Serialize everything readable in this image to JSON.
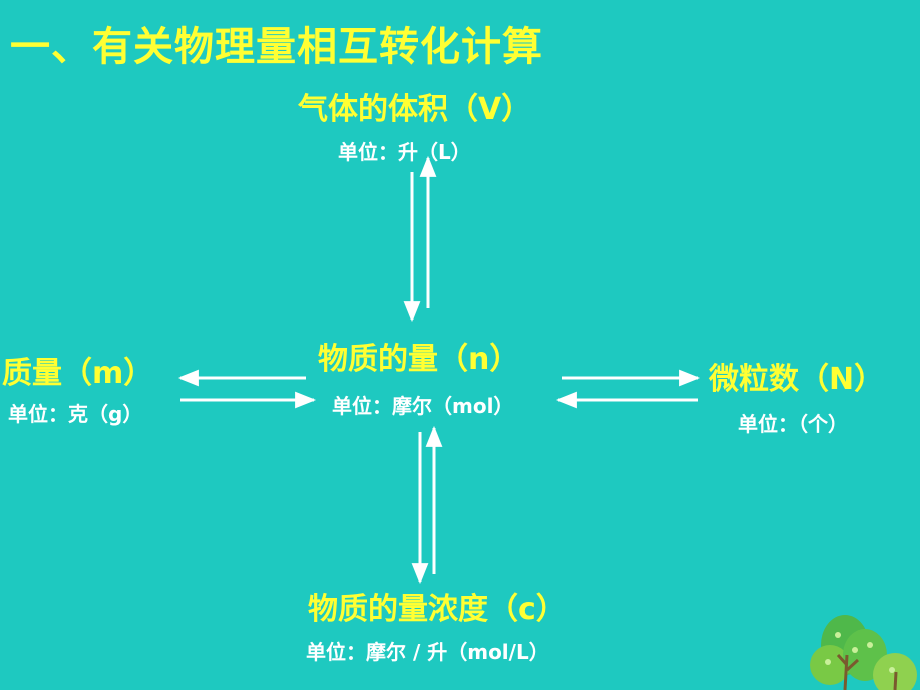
{
  "title": "一、有关物理量相互转化计算",
  "nodes": {
    "volume": {
      "label": "气体的体积（V）",
      "unit": "单位：升（L）"
    },
    "amount": {
      "label": "物质的量（n）",
      "unit": "单位：摩尔（mol）"
    },
    "mass": {
      "label": "质量（m）",
      "unit": "单位：克（g）"
    },
    "particles": {
      "label": "微粒数（N）",
      "unit": "单位：（个）"
    },
    "concentration": {
      "label": "物质的量浓度（c）",
      "unit": "单位：摩尔 / 升（mol/L）"
    }
  },
  "colors": {
    "background": "#1ec9c0",
    "label": "#ffff33",
    "unit": "#ffffff",
    "arrow": "#ffffff"
  }
}
